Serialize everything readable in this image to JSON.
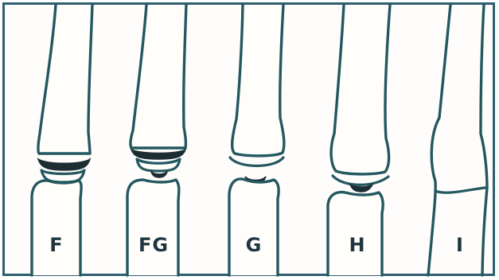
{
  "diagram": {
    "stages": [
      {
        "label": "F"
      },
      {
        "label": "FG"
      },
      {
        "label": "G"
      },
      {
        "label": "H"
      },
      {
        "label": "I"
      }
    ]
  }
}
